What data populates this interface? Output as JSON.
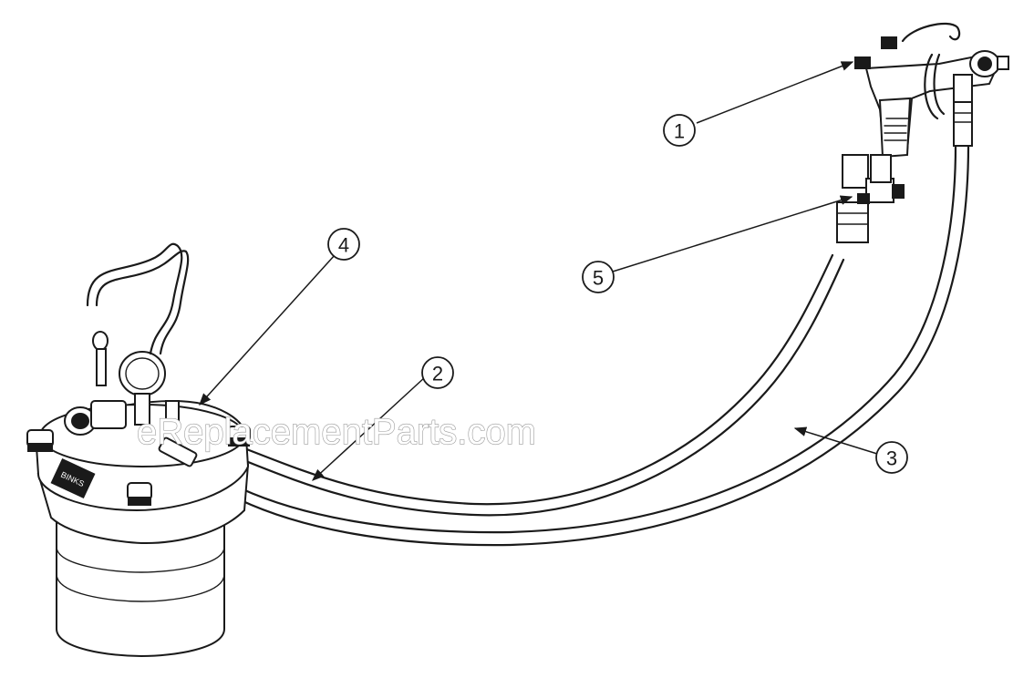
{
  "watermark": "eReplacementParts.com",
  "callouts": [
    {
      "id": "1",
      "label": "1"
    },
    {
      "id": "2",
      "label": "2"
    },
    {
      "id": "3",
      "label": "3"
    },
    {
      "id": "4",
      "label": "4"
    },
    {
      "id": "5",
      "label": "5"
    }
  ],
  "tank_label": "BINKS"
}
